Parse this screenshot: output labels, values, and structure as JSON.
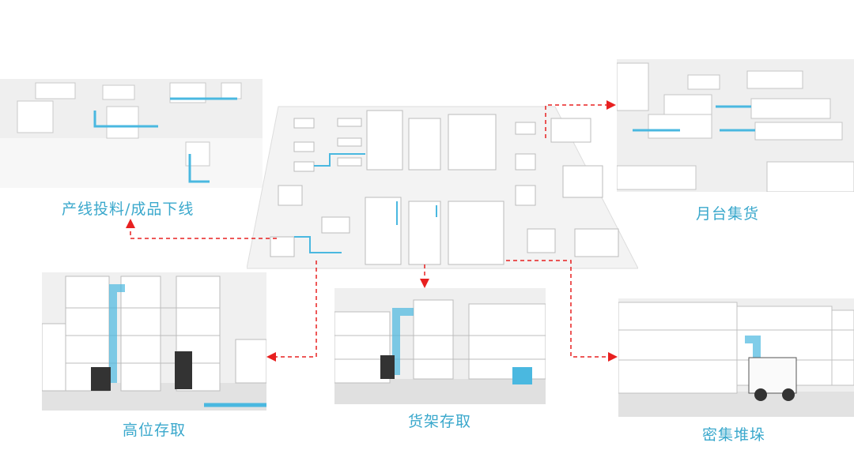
{
  "labels": {
    "line_feeding": "产线投料/成品下线",
    "dock_consolidation": "月台集货",
    "high_bay_storage": "高位存取",
    "shelf_storage": "货架存取",
    "dense_stacking": "密集堆垛"
  },
  "colors": {
    "label": "#3aa8cc",
    "arrow": "#e82020",
    "path": "#4ab8e0"
  }
}
